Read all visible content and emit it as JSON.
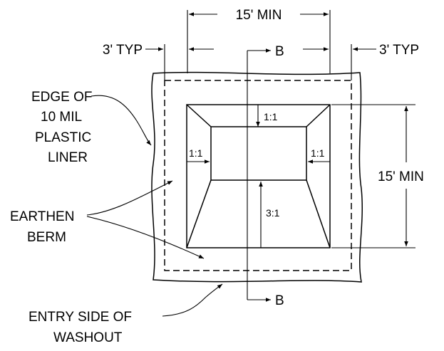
{
  "labels": {
    "top_dimension": "15' MIN",
    "right_dimension": "15' MIN",
    "left_typ": "3' TYP",
    "right_typ": "3' TYP",
    "section_top": "B",
    "section_bottom": "B",
    "liner_line1": "EDGE OF",
    "liner_line2": "10 MIL",
    "liner_line3": "PLASTIC",
    "liner_line4": "LINER",
    "berm_line1": "EARTHEN",
    "berm_line2": "BERM",
    "entry_line1": "ENTRY SIDE OF",
    "entry_line2": "WASHOUT"
  },
  "slopes": {
    "top": "1:1",
    "left": "1:1",
    "right": "1:1",
    "bottom": "3:1"
  }
}
